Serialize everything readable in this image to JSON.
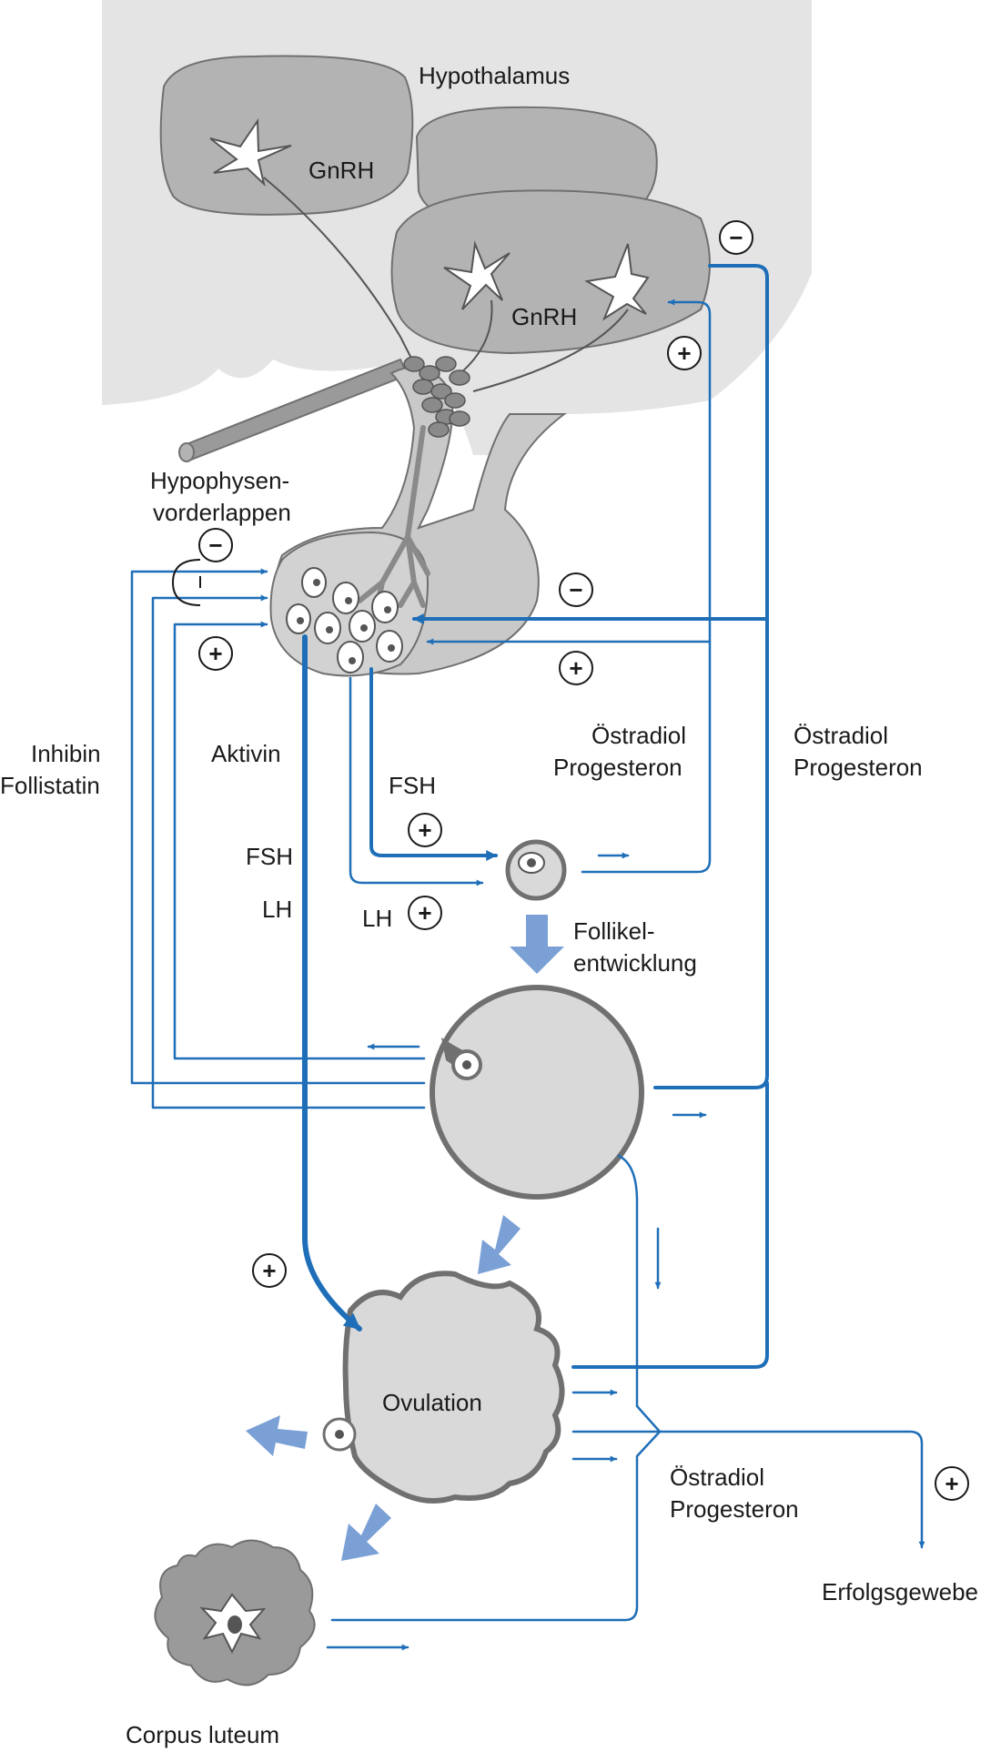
{
  "labels": {
    "hypothalamus": "Hypothalamus",
    "gnrh_upper": "GnRH",
    "gnrh_lower": "GnRH",
    "hypophysis_line1": "Hypophysen-",
    "hypophysis_line2": "vorderlappen",
    "inhibin": "Inhibin",
    "follistatin": "Follistatin",
    "aktivin": "Aktivin",
    "fsh_left": "FSH",
    "lh_left": "LH",
    "fsh_mid": "FSH",
    "lh_mid": "LH",
    "estradiol_mid": "Östradiol",
    "progesteron_mid": "Progesteron",
    "estradiol_right": "Östradiol",
    "progesteron_right": "Progesteron",
    "follikel_line1": "Follikel-",
    "follikel_line2": "entwicklung",
    "ovulation": "Ovulation",
    "estradiol_bottom": "Östradiol",
    "progesteron_bottom": "Progesteron",
    "erfolgsgewebe": "Erfolgsgewebe",
    "corpus_luteum": "Corpus luteum"
  },
  "signs": {
    "plus": "+",
    "minus": "−"
  },
  "colors": {
    "arrow_blue": "#1f6fb8",
    "arrow_light_blue": "#7aa0d6",
    "brain_gray": "#e4e4e4",
    "nucleus_gray": "#b3b3b3",
    "organ_gray": "#d9d9d9",
    "outline_gray": "#707070"
  }
}
